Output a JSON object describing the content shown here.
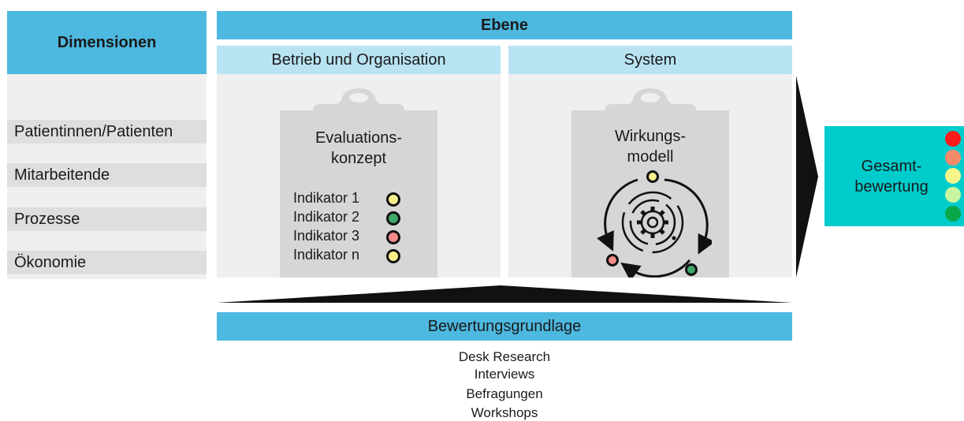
{
  "dimensions": {
    "header": "Dimensionen",
    "items": [
      "Patientinnen/Patienten",
      "Mitarbeitende",
      "Prozesse",
      "Ökonomie"
    ]
  },
  "ebene": {
    "header": "Ebene",
    "columns": [
      {
        "title": "Betrieb und Organisation",
        "clipboard_title_line1": "Evaluations-",
        "clipboard_title_line2": "konzept",
        "indicators": [
          {
            "label": "Indikator 1",
            "color": "#f7ef8a"
          },
          {
            "label": "Indikator 2",
            "color": "#3ea86a"
          },
          {
            "label": "Indikator 3",
            "color": "#f58a8a"
          },
          {
            "label": "Indikator n",
            "color": "#f7ef8a"
          }
        ]
      },
      {
        "title": "System",
        "clipboard_title_line1": "Wirkungs-",
        "clipboard_title_line2": "modell",
        "icon": "gear-cycle-icon",
        "cycle_dot_colors": [
          "#f7ef8a",
          "#f58a8a",
          "#3ea86a"
        ]
      }
    ]
  },
  "gesamt": {
    "label_line1": "Gesamt-",
    "label_line2": "bewertung",
    "traffic_colors": [
      "#ff1a1a",
      "#f58a6a",
      "#f7f58a",
      "#c8f5a0",
      "#0aa84a"
    ]
  },
  "bewertung": {
    "header": "Bewertungsgrundlage",
    "items": [
      "Desk Research",
      "Interviews",
      "Befragungen",
      "Workshops"
    ]
  },
  "colors": {
    "accent_blue": "#4db8e0",
    "light_blue": "#b8e3f2",
    "panel_grey": "#efefef",
    "gesamt_teal": "#00cccc"
  }
}
